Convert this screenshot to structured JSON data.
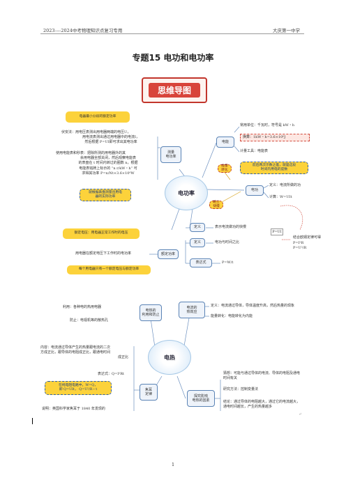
{
  "header": {
    "left": "2023----2024中考物理知识点复习专用",
    "right": "大庆第一中学"
  },
  "doc_title": "专题15  电功和电功率",
  "banner": "思维导图",
  "top": {
    "center": "电功率",
    "note_rated": "电器最小分段的额定功率",
    "fuanfa": [
      "伏安法：用电压表测出用电器两端的电压U，",
      "用电流表测出通过用电器中的电流I，",
      "然后根据 P=UI即可求出其电功率"
    ],
    "meter_method": [
      "使用电能表和秒表：把除所测的用电器外的其",
      "余用电器全部关闭，然后观察电能表",
      "的表盘在 t 时间内转过的圈数 n，根据",
      "电能表铭牌上标示的 “n r/kW・h” 可",
      "求得其功率 P=n/Nt×3.6×10⁶W"
    ],
    "note_meter": [
      "就根据表盘测量出用电",
      "器的实际功率"
    ],
    "measure_node": [
      "测量",
      "电功率"
    ],
    "dianneng_node": "电能",
    "unit": "常用单位：千瓦时，符号是 kW・h",
    "conversion": "换算：1kW・h=3.6×10⁶J",
    "meter_tool": "计量工具：电能表",
    "note_meter_reading": [
      "前后两次示数之差，就是这段",
      "时间内用电的度数"
    ],
    "energy_transfer": "能量转化",
    "work_node": "电功",
    "work_def": "定义：电流所做的功",
    "work_calc": "计算：W=UIt",
    "cross_link": "路上快慢",
    "def_node": "定义",
    "def_text": "表示电流做功的快慢",
    "def2_node": "定义",
    "def2_text": "电功与时间之比",
    "expr_node": "表达式",
    "expr_text": "P=W/t",
    "pui": "P=UI",
    "combo": [
      "结合欧姆定律可得",
      "P=I²R",
      "P=U²/R"
    ],
    "note_rated_voltage": "额定电压：用电器正常工作时的电压",
    "rated_power": "用电器在额定电压下工作时的电功率",
    "rated_node": "额定功率",
    "note_rated_unique": "每个用电器只有一个额定电压与额定功率"
  },
  "bottom": {
    "center": "电热",
    "use": "利用：各种电的热用电器",
    "prevent": "防止：电视机等的散热孔",
    "use_node": [
      "电热的",
      "利用和防止"
    ],
    "effect_node": [
      "电流的",
      "热效应"
    ],
    "effect_def": "定义：电流通过导体，导体温度升高，然后热量的现象",
    "effect_energy": "能量转化：电能转化为内能",
    "content": [
      "内容：电流通过导体产生的热量跟电流的二次",
      "方成正比，跟导体的电阻成正比，跟通电时间",
      "成正比"
    ],
    "expr": "表达式：Q=I²Rt",
    "note_pure": [
      "在纯电阻电路中，W=Q，",
      "即 Q=UIt，  Q=U²/R・t"
    ],
    "explain": "说明：英国科学家焦耳于 1840 年发现的",
    "law_node": [
      "焦耳",
      "定律"
    ],
    "factor_node": [
      "探究影响",
      "电热的因素"
    ],
    "guess": [
      "猜想：可能与通过导体的电流、导体的电阻及通电",
      "时间有关"
    ],
    "method": "研究方法：控制变量法",
    "conclusion": [
      "结论：通过导体的电阻越大，通过它的电流越大，",
      "通电时间越长，产生的热量越多"
    ]
  },
  "page_number": "1",
  "return_mark": "↵"
}
